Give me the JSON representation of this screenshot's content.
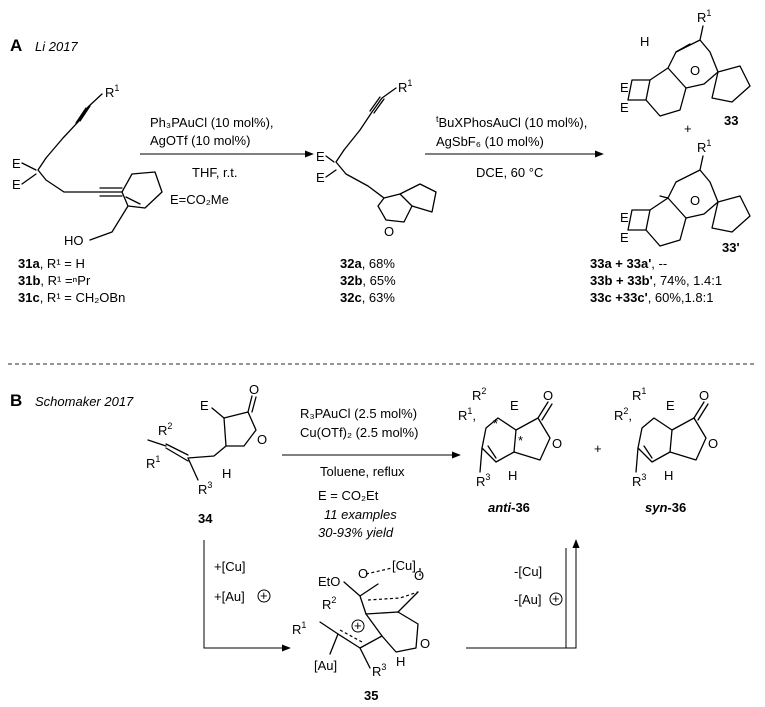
{
  "sectionA": {
    "letter": "A",
    "reference": "Li 2017",
    "step1": {
      "reagent1": "Ph₃PAuCl (10 mol%),",
      "reagent2": "AgOTf (10 mol%)",
      "solvent": "THF, r.t.",
      "note": "E=CO₂Me"
    },
    "step2": {
      "catalyst_sup": "t",
      "catalyst": "BuXPhosAuCl (10 mol%),",
      "additive": "AgSbF₆ (10 mol%)",
      "conditions": "DCE, 60 °C"
    },
    "start_labels": [
      {
        "id": "31a",
        "text": ", R¹ = H"
      },
      {
        "id": "31b",
        "text": ", R¹ =ⁿPr"
      },
      {
        "id": "31c",
        "text": ", R¹ = CH₂OBn"
      }
    ],
    "intermediate_labels": [
      {
        "id": "32a",
        "text": ",  68%"
      },
      {
        "id": "32b",
        "text": ",  65%"
      },
      {
        "id": "32c",
        "text": ",  63%"
      }
    ],
    "product_labels": [
      {
        "id": "33a + 33a'",
        "text": ", --"
      },
      {
        "id": "33b + 33b'",
        "text": ", 74%, 1.4:1"
      },
      {
        "id": "33c +33c'",
        "text": ", 60%,1.8:1"
      }
    ],
    "compound_33": "33",
    "compound_33p": "33'",
    "plus": "+"
  },
  "sectionB": {
    "letter": "B",
    "reference": "Schomaker 2017",
    "reagent1": "R₃PAuCl (2.5 mol%)",
    "reagent2": "Cu(OTf)₂ (2.5 mol%)",
    "solvent": "Toluene, reflux",
    "note": "E = CO₂Et",
    "examples": "11 examples",
    "yield": "30-93% yield",
    "compound_34": "34",
    "compound_35": "35",
    "anti_prefix": "anti",
    "anti_suffix": "-36",
    "syn_prefix": "syn",
    "syn_suffix": "-36",
    "plus": "+",
    "add_cu": "+[Cu]",
    "add_au": "+[Au]",
    "rem_cu": "-[Cu]",
    "rem_au": "-[Au]"
  },
  "atoms": {
    "E": "E",
    "O": "O",
    "HO": "HO",
    "H": "H",
    "R": "R",
    "sup1": "1",
    "sup2": "2",
    "sup3": "3",
    "EtO": "EtO",
    "Cu": "[Cu]",
    "Au": "[Au]",
    "star": "*",
    "plus_sign": "+"
  }
}
